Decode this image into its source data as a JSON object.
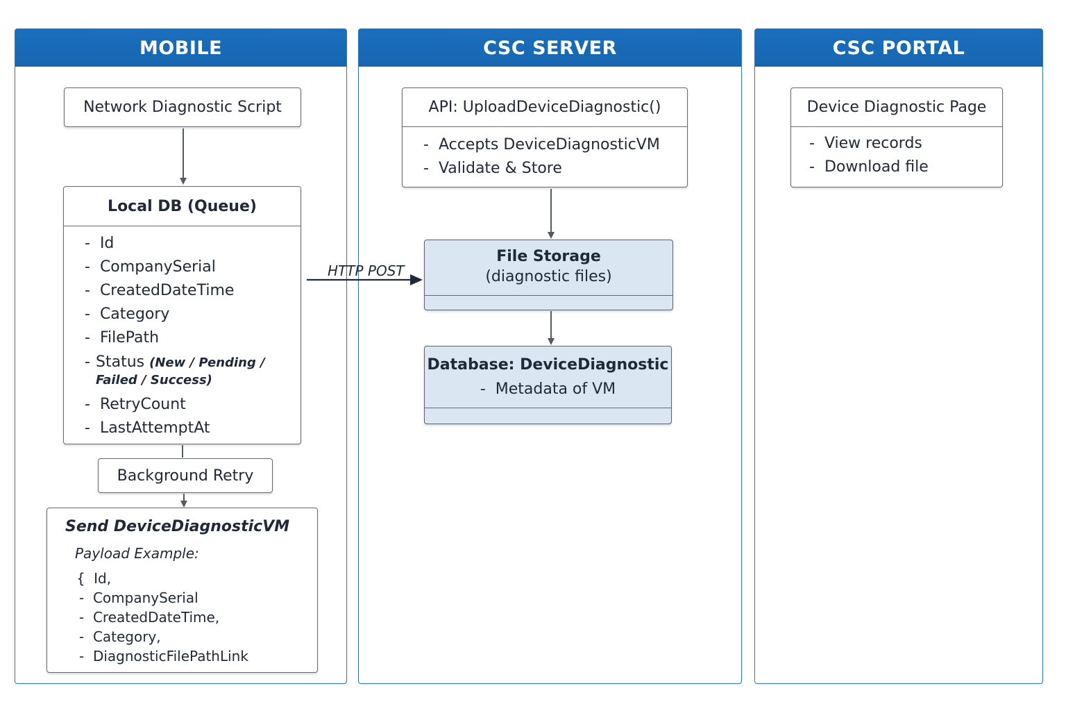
{
  "lanes": {
    "mobile": "MOBILE",
    "server": "CSC SERVER",
    "portal": "CSC PORTAL"
  },
  "mobile": {
    "script_box": "Network Diagnostic Script",
    "local_db": {
      "title": "Local DB (Queue)",
      "fields": [
        "Id",
        "CompanySerial",
        "CreatedDateTime",
        "Category",
        "FilePath"
      ],
      "status_label": "Status",
      "status_values": "(New / Pending / Failed / Success)",
      "fields_after": [
        "RetryCount",
        "LastAttemptAt"
      ]
    },
    "retry_box": "Background Retry",
    "send_box": {
      "title": "Send DeviceDiagnosticVM",
      "payload_label": "Payload Example:",
      "open_brace": "{",
      "first_field": "Id,",
      "fields": [
        "CompanySerial",
        "CreatedDateTime,",
        "Category,",
        "DiagnosticFilePathLink"
      ]
    }
  },
  "connector": {
    "http_label": "HTTP POST"
  },
  "server": {
    "api_box": {
      "title": "API: UploadDeviceDiagnostic()",
      "items": [
        "Accepts DeviceDiagnosticVM",
        "Validate & Store"
      ]
    },
    "file_storage": {
      "title": "File Storage",
      "subtitle": "(diagnostic files)"
    },
    "database": {
      "title": "Database: DeviceDiagnostic",
      "item": "Metadata of VM"
    }
  },
  "portal": {
    "page_box": {
      "title": "Device Diagnostic Page",
      "items": [
        "View records",
        "Download file"
      ]
    }
  },
  "colors": {
    "header_blue": "#1a6fbd",
    "lane_border": "#2f76bd",
    "storage_fill": "#dbe6f3",
    "arrow": "#555a60"
  }
}
